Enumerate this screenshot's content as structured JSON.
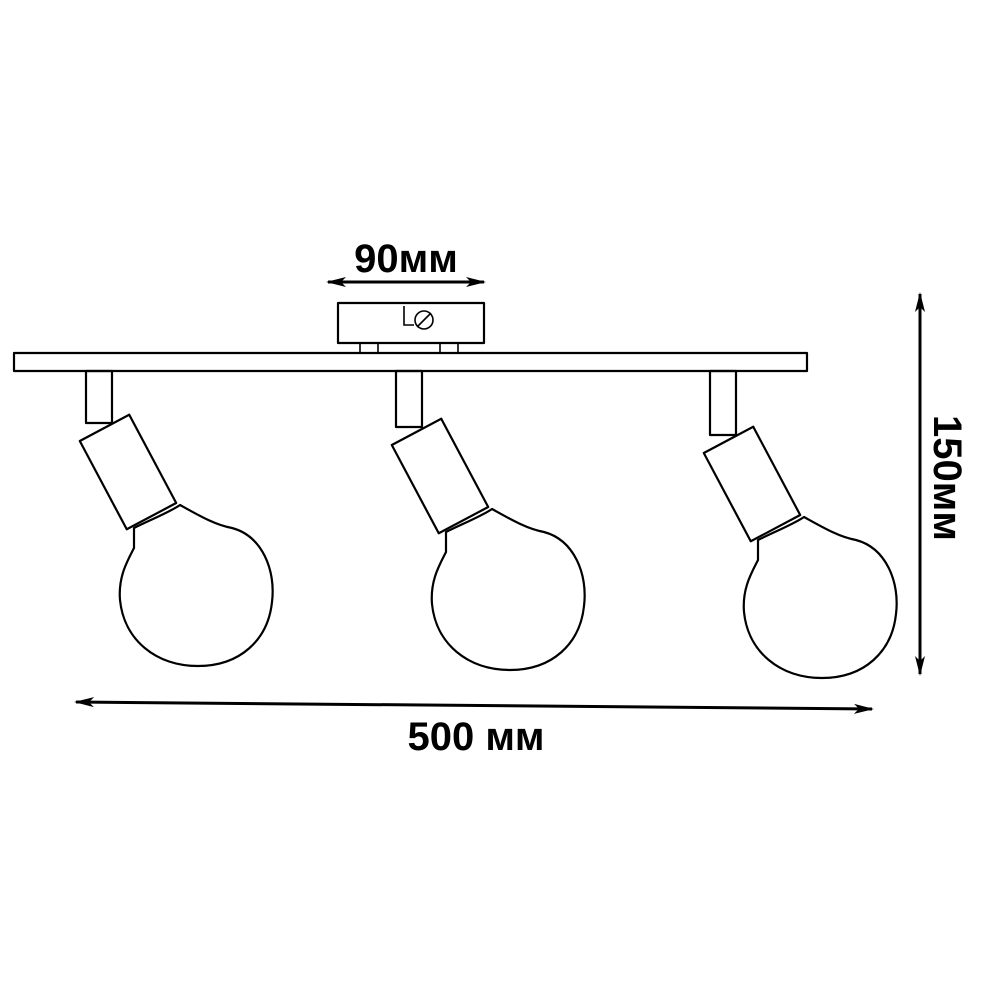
{
  "dimensions": {
    "base_width_label": "90мм",
    "total_length_label": "500 мм",
    "height_label": "150мм"
  },
  "colors": {
    "line": "#000000",
    "background": "#ffffff"
  },
  "fixture": {
    "spotlights": [
      {
        "name": "spotlight-left"
      },
      {
        "name": "spotlight-center"
      },
      {
        "name": "spotlight-right"
      }
    ]
  }
}
